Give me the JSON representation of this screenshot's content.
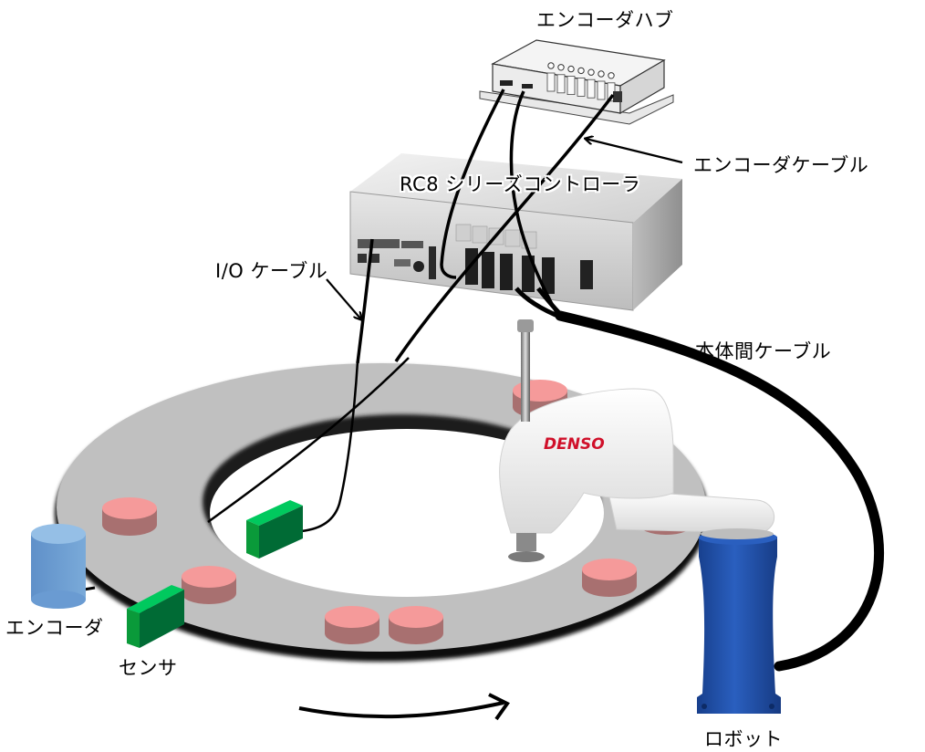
{
  "diagram": {
    "title": "RC8 system configuration with encoder-synchronized conveyor",
    "labels": {
      "encoder_hub": "エンコーダハブ",
      "encoder_cable": "エンコーダケーブル",
      "controller": "RC8 シリーズコントローラ",
      "io_cable": "I/O ケーブル",
      "robot_cable": "本体間ケーブル",
      "encoder": "エンコーダ",
      "sensor": "センサ",
      "robot": "ロボット"
    },
    "robot_brand": "DENSO",
    "colors": {
      "turntable": "#c0c0c0",
      "turntable_edge": "#1a1a1a",
      "workpiece_top": "#f59a9a",
      "workpiece_side": "#a87070",
      "encoder_body": "#6a9bd2",
      "encoder_top": "#95bfe6",
      "sensor_front": "#0a9a3a",
      "sensor_side": "#006b35",
      "sensor_top": "#00c95e",
      "robot_base": "#1f4fa8",
      "robot_arm": "#f4f4f4",
      "brand_red": "#d0102a",
      "cable": "#000000"
    },
    "nodes": [
      {
        "id": "encoder_hub",
        "label_key": "encoder_hub"
      },
      {
        "id": "controller",
        "label_key": "controller"
      },
      {
        "id": "robot",
        "label_key": "robot"
      },
      {
        "id": "encoder",
        "label_key": "encoder"
      },
      {
        "id": "sensor",
        "label_key": "sensor"
      },
      {
        "id": "conveyor_turntable",
        "label_key": null
      }
    ],
    "edges": [
      {
        "from": "encoder_hub",
        "to": "controller",
        "label_key": "encoder_cable"
      },
      {
        "from": "encoder_hub",
        "to": "encoder",
        "label_key": "encoder_cable"
      },
      {
        "from": "controller",
        "to": "sensor",
        "label_key": "io_cable"
      },
      {
        "from": "controller",
        "to": "robot",
        "label_key": "robot_cable"
      }
    ],
    "workpiece_count": 8,
    "rotation_direction": "clockwise"
  }
}
